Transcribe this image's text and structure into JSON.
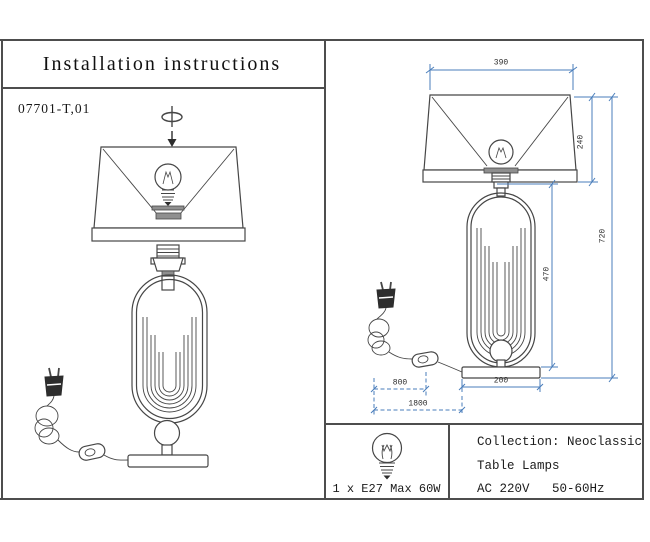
{
  "header": {
    "title": "Installation instructions",
    "model": "07701-T,01"
  },
  "dimensions": {
    "shade_width": "390",
    "shade_height": "240",
    "total_height": "720",
    "frame_height": "470",
    "plug_to_switch": "800",
    "base_width": "200",
    "cord_length": "1800"
  },
  "specs": {
    "bulb": "1 x E27 Max 60W",
    "collection": "Collection: Neoclassic",
    "category": "Table Lamps",
    "power": "AC 220V   50-60Hz"
  },
  "colors": {
    "dimension_line": "#4a7ebb",
    "line_art": "#464646"
  }
}
